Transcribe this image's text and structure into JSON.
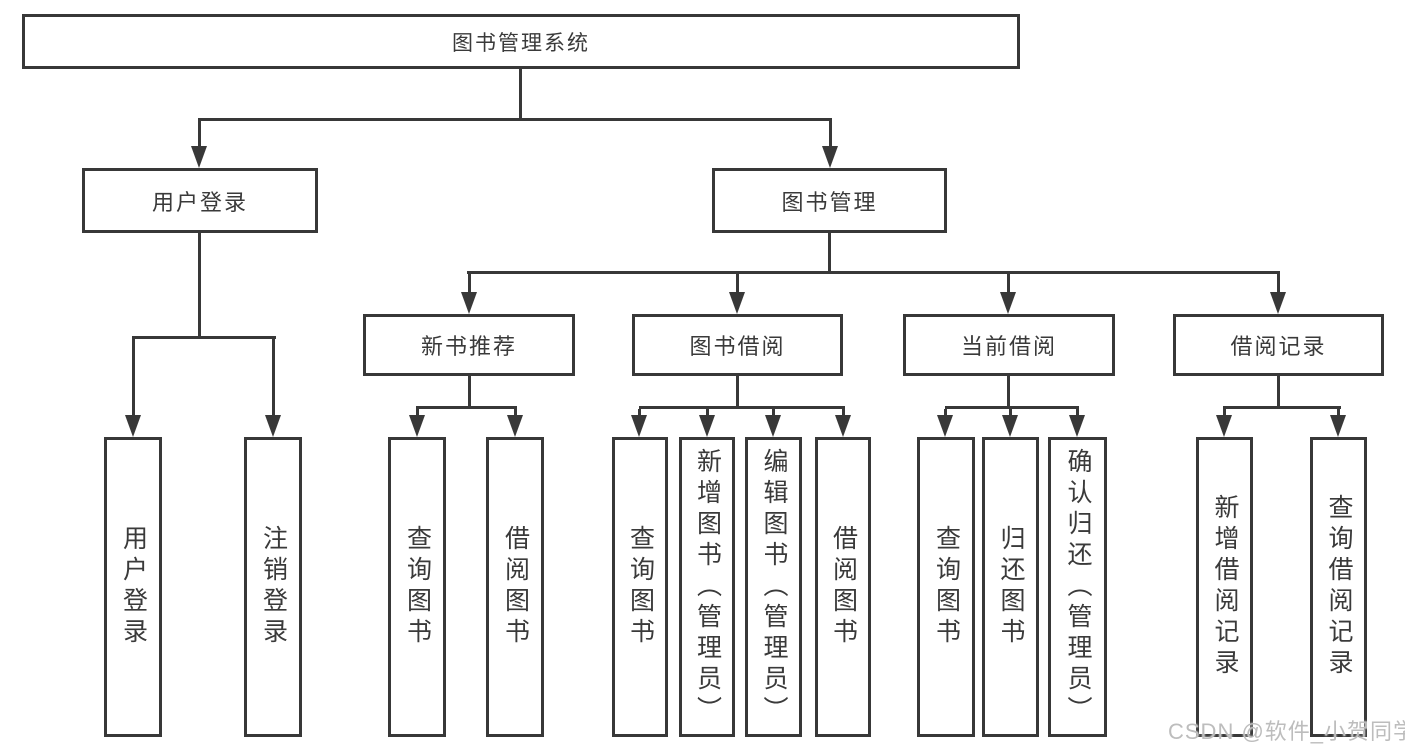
{
  "tree": {
    "label": "图书管理系统",
    "children": [
      {
        "label": "用户登录",
        "children": [
          {
            "label": "用户登录"
          },
          {
            "label": "注销登录"
          }
        ]
      },
      {
        "label": "图书管理",
        "children": [
          {
            "label": "新书推荐",
            "children": [
              {
                "label": "查询图书"
              },
              {
                "label": "借阅图书"
              }
            ]
          },
          {
            "label": "图书借阅",
            "children": [
              {
                "label": "查询图书"
              },
              {
                "label": "新增图书（管理员）"
              },
              {
                "label": "编辑图书（管理员）"
              },
              {
                "label": "借阅图书"
              }
            ]
          },
          {
            "label": "当前借阅",
            "children": [
              {
                "label": "查询图书"
              },
              {
                "label": "归还图书"
              },
              {
                "label": "确认归还（管理员）"
              }
            ]
          },
          {
            "label": "借阅记录",
            "children": [
              {
                "label": "新增借阅记录"
              },
              {
                "label": "查询借阅记录"
              }
            ]
          }
        ]
      }
    ]
  },
  "watermark": {
    "text": "CSDN @软件_小贺同学"
  },
  "colors": {
    "line": "#383838",
    "box_border": "#383838",
    "text": "#3a3a3a",
    "background": "#ffffff",
    "watermark": "#bdbdbd"
  }
}
